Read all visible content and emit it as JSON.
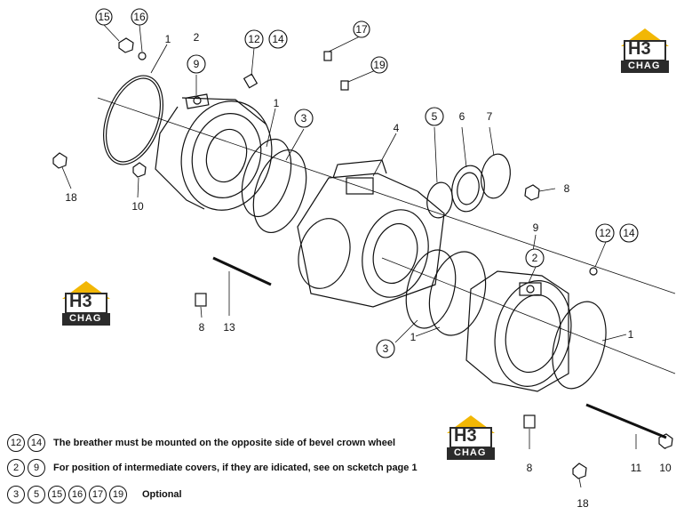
{
  "logo": {
    "letters": "H3",
    "text": "CHAG",
    "color_dark": "#2b2b2b",
    "color_accent": "#f2b705"
  },
  "callouts": [
    "15",
    "16",
    "1",
    "2",
    "9",
    "12",
    "14",
    "17",
    "19",
    "1",
    "3",
    "4",
    "5",
    "6",
    "7",
    "8",
    "18",
    "10",
    "12",
    "14",
    "9",
    "2",
    "8",
    "13",
    "3",
    "1",
    "1",
    "8",
    "11",
    "10",
    "18"
  ],
  "notes": [
    {
      "refs": [
        "12",
        "14"
      ],
      "text": "The breather must be mounted on the opposite side of bevel crown wheel"
    },
    {
      "refs": [
        "2",
        "9"
      ],
      "text": "For position of intermediate covers, if they are idicated, see on scketch page 1"
    },
    {
      "refs": [
        "3",
        "5",
        "15",
        "16",
        "17",
        "19"
      ],
      "text": "Optional"
    }
  ]
}
